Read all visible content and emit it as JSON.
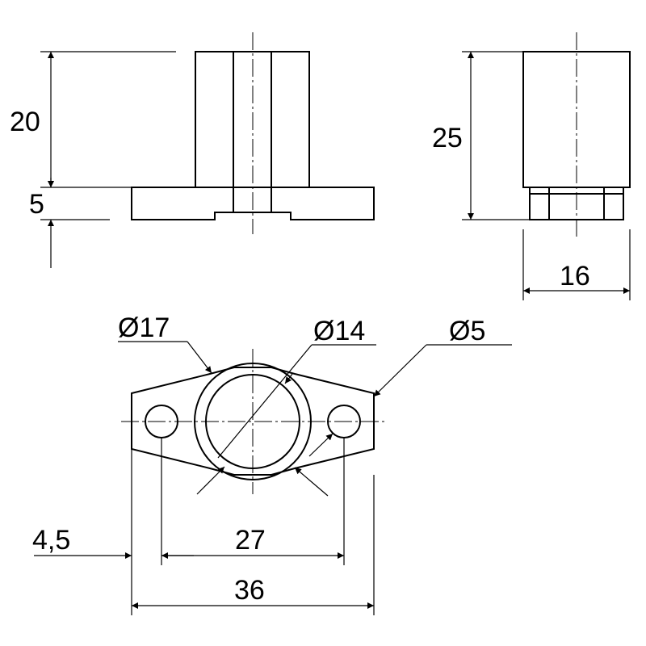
{
  "drawing": {
    "front_view": {
      "dim_total_height_label": "20",
      "dim_flange_height_label": "5"
    },
    "side_view": {
      "dim_height_label": "25",
      "dim_width_label": "16"
    },
    "top_view": {
      "dia_boss_label": "Ø17",
      "dia_bore_label": "Ø14",
      "dia_hole_label": "Ø5",
      "dim_offset_label": "4,5",
      "dim_hole_spacing_label": "27",
      "dim_overall_length_label": "36"
    }
  }
}
